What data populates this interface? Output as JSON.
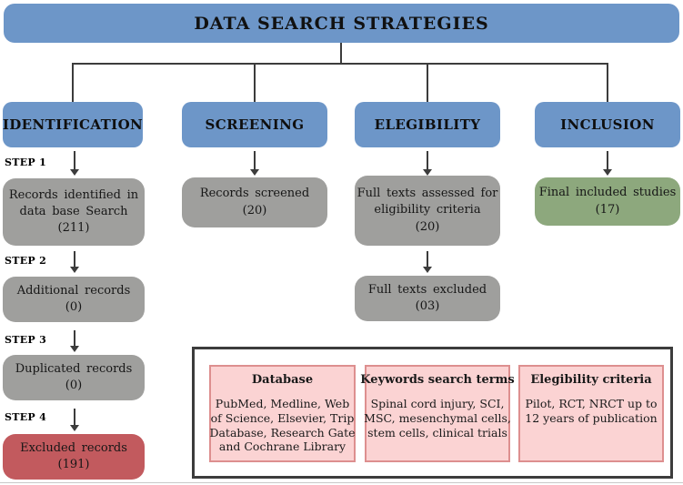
{
  "flow": {
    "title": "DATA SEARCH STRATEGIES",
    "columns": [
      {
        "header": "IDENTIFICATION",
        "steps": [
          "STEP 1",
          "STEP 2",
          "STEP 3",
          "STEP 4"
        ],
        "boxes": [
          {
            "type": "gray",
            "lines": [
              "Records identified in",
              "data base Search",
              "(211)"
            ]
          },
          {
            "type": "gray",
            "lines": [
              "Additional records",
              "(0)"
            ]
          },
          {
            "type": "gray",
            "lines": [
              "Duplicated records",
              "(0)"
            ]
          },
          {
            "type": "red",
            "lines": [
              "Excluded records",
              "(191)"
            ]
          }
        ]
      },
      {
        "header": "SCREENING",
        "boxes": [
          {
            "type": "gray",
            "lines": [
              "Records screened",
              "(20)"
            ]
          }
        ]
      },
      {
        "header": "ELEGIBILITY",
        "boxes": [
          {
            "type": "gray",
            "lines": [
              "Full texts assessed for",
              "eligibility criteria",
              "(20)"
            ]
          },
          {
            "type": "gray",
            "lines": [
              "Full texts excluded",
              "(03)"
            ]
          }
        ]
      },
      {
        "header": "INCLUSION",
        "boxes": [
          {
            "type": "green",
            "lines": [
              "Final included studies",
              "(17)"
            ]
          }
        ]
      }
    ]
  },
  "legend": {
    "boxes": [
      {
        "heading": "Database",
        "lines": [
          "PubMed, Medline, Web",
          "of Science, Elsevier, Trip",
          "Database, Research Gate",
          "and Cochrane Library"
        ]
      },
      {
        "heading": "Keywords search terms",
        "lines": [
          "Spinal cord injury, SCI,",
          "MSC, mesenchymal cells,",
          "stem cells, clinical trials"
        ]
      },
      {
        "heading": "Elegibility criteria",
        "lines": [
          "Pilot, RCT, NRCT up to",
          "12 years of publication"
        ]
      }
    ]
  },
  "icons": {
    "down_arrow": "↓"
  },
  "colors": {
    "blue": "#6d96c8",
    "gray": "#9f9f9d",
    "green": "#8da87d",
    "red": "#c25a5e",
    "pink_fill": "#fbd3d3",
    "pink_border": "#dd8f8f",
    "line": "#3c3c3c",
    "text": "#1b1b1b"
  }
}
